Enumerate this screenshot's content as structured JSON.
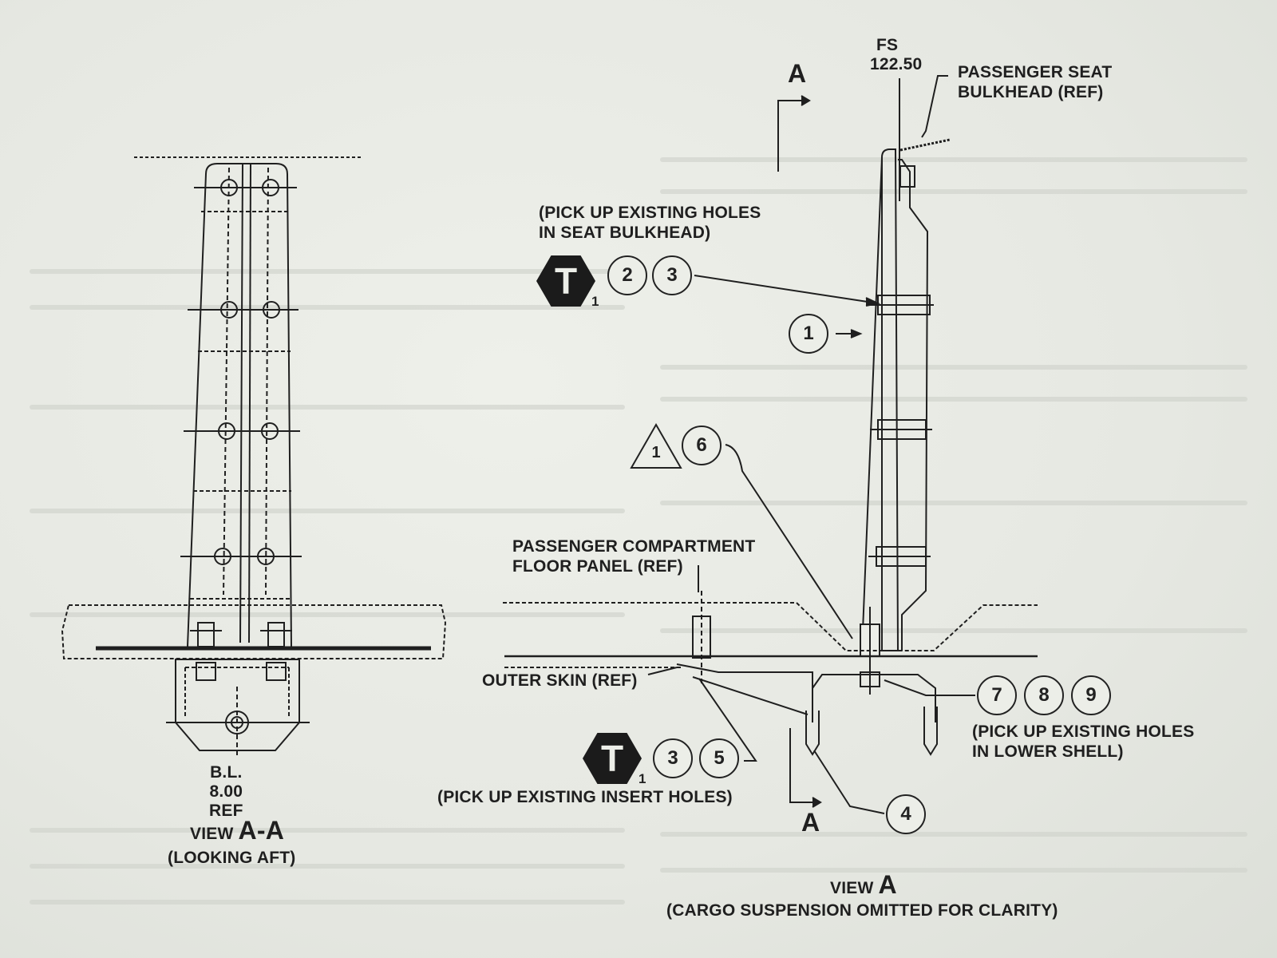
{
  "labels": {
    "fs_label": "FS",
    "fs_value": "122.50",
    "section_marker_top": "A",
    "section_marker_bottom": "A",
    "passenger_seat_bulkhead": "PASSENGER SEAT\nBULKHEAD (REF)",
    "pick_up_seat_bulkhead": "(PICK UP EXISTING HOLES\nIN SEAT BULKHEAD)",
    "passenger_floor_panel": "PASSENGER COMPARTMENT\nFLOOR PANEL (REF)",
    "outer_skin": "OUTER SKIN (REF)",
    "pick_up_insert_holes": "(PICK UP EXISTING INSERT HOLES)",
    "pick_up_lower_shell": "(PICK UP EXISTING HOLES\nIN LOWER SHELL)",
    "bl_label": "B.L.\n8.00\nREF",
    "view_aa_prefix": "VIEW",
    "view_aa_letters": "A-A",
    "view_aa_caption": "(LOOKING AFT)",
    "view_a_prefix": "VIEW",
    "view_a_letter": "A",
    "view_a_caption": "(CARGO SUSPENSION OMITTED FOR CLARITY)"
  },
  "torque_symbols": [
    {
      "letter": "T",
      "subscript": "1"
    },
    {
      "letter": "T",
      "subscript": "1"
    }
  ],
  "note_triangle": {
    "value": "1"
  },
  "callouts": {
    "c1": "1",
    "c2": "2",
    "c3a": "3",
    "c3b": "3",
    "c4": "4",
    "c5": "5",
    "c6": "6",
    "c7": "7",
    "c8": "8",
    "c9": "9"
  },
  "colors": {
    "ink": "#1f1f1f",
    "paper": "#e9ebe6",
    "faint_text": "#c9ccc4"
  }
}
